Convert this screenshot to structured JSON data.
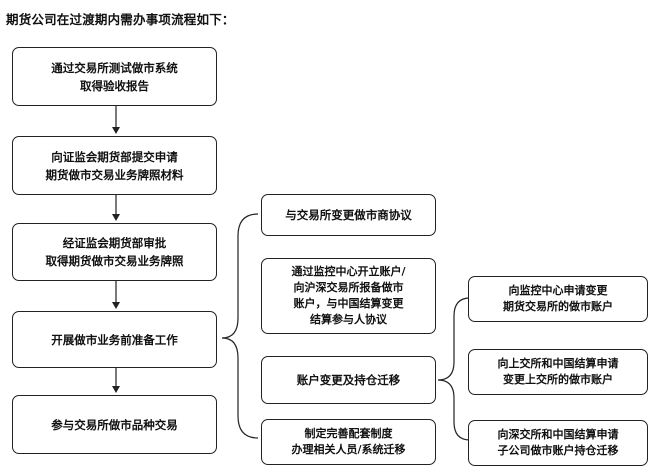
{
  "title": "期货公司在过渡期内需办事项流程如下：",
  "main_steps": [
    {
      "lines": [
        "通过交易所测试做市系统",
        "取得验收报告"
      ]
    },
    {
      "lines": [
        "向证监会期货部提交申请",
        "期货做市交易业务牌照材料"
      ]
    },
    {
      "lines": [
        "经证监会期货部审批",
        "取得期货做市交易业务牌照"
      ]
    },
    {
      "lines": [
        "开展做市业务前准备工作"
      ]
    },
    {
      "lines": [
        "参与交易所做市品种交易"
      ]
    }
  ],
  "prep_tasks": [
    {
      "lines": [
        "与交易所变更做市商协议"
      ]
    },
    {
      "lines": [
        "通过监控中心开立账户/",
        "向沪深交易所报备做市",
        "账户，与中国结算变更",
        "结算参与人协议"
      ]
    },
    {
      "lines": [
        "账户变更及持仓迁移"
      ]
    },
    {
      "lines": [
        "制定完善配套制度",
        "办理相关人员/系统迁移"
      ]
    }
  ],
  "account_tasks": [
    {
      "lines": [
        "向监控中心申请变更",
        "期货交易所的做市账户"
      ]
    },
    {
      "lines": [
        "向上交所和中国结算申请",
        "变更上交所的做市账户"
      ]
    },
    {
      "lines": [
        "向深交所和中国结算申请",
        "子公司做市账户持仓迁移"
      ]
    }
  ]
}
